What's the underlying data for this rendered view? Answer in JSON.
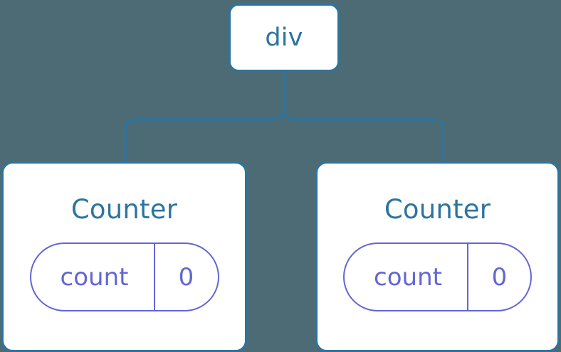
{
  "diagram": {
    "type": "component-tree",
    "title": "React component tree with local state",
    "background_color": "#4d6b74",
    "node_border_color": "#2d74a0",
    "node_fill_color": "#ffffff",
    "node_text_color": "#2d74a0",
    "state_pill_color": "#6366d4",
    "connector_color": "#2d74a0"
  },
  "root": {
    "label": "div"
  },
  "children": [
    {
      "label": "Counter",
      "state": {
        "key": "count",
        "value": "0"
      }
    },
    {
      "label": "Counter",
      "state": {
        "key": "count",
        "value": "0"
      }
    }
  ]
}
